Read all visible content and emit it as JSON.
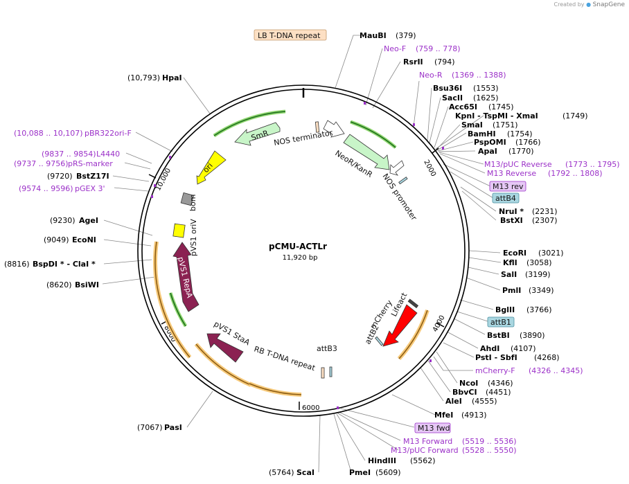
{
  "credit": {
    "prefix": "Created by",
    "brand": "SnapGene"
  },
  "plasmid": {
    "name": "pCMU-ACTLr",
    "size": "11,920 bp"
  },
  "sites": [
    {
      "name": "MauBI",
      "pos": "(379)",
      "side": "right"
    },
    {
      "name": "RsrII",
      "pos": "(794)",
      "side": "right"
    },
    {
      "name": "Bsu36I",
      "pos": "(1553)",
      "side": "right"
    },
    {
      "name": "SacII",
      "pos": "(1625)",
      "side": "right"
    },
    {
      "name": "Acc65I",
      "pos": "(1745)",
      "side": "right"
    },
    {
      "name": "KpnI  -  TspMI   -  XmaI",
      "pos": "(1749)",
      "side": "right"
    },
    {
      "name": "SmaI",
      "pos": "(1751)",
      "side": "right"
    },
    {
      "name": "BamHI",
      "pos": "(1754)",
      "side": "right"
    },
    {
      "name": "PspOMI",
      "pos": "(1766)",
      "side": "right"
    },
    {
      "name": "ApaI",
      "pos": "(1770)",
      "side": "right"
    },
    {
      "name": "NruI *",
      "pos": "(2231)",
      "side": "right"
    },
    {
      "name": "BstXI",
      "pos": "(2307)",
      "side": "right"
    },
    {
      "name": "EcoRI",
      "pos": "(3021)",
      "side": "right"
    },
    {
      "name": "KflI",
      "pos": "(3058)",
      "side": "right"
    },
    {
      "name": "SalI",
      "pos": "(3199)",
      "side": "right"
    },
    {
      "name": "PmlI",
      "pos": "(3349)",
      "side": "right"
    },
    {
      "name": "BglII",
      "pos": "(3766)",
      "side": "right"
    },
    {
      "name": "BstBI",
      "pos": "(3890)",
      "side": "right"
    },
    {
      "name": "AhdI",
      "pos": "(4107)",
      "side": "right"
    },
    {
      "name": "PstI  -  SbfI",
      "pos": "(4268)",
      "side": "right"
    },
    {
      "name": "NcoI",
      "pos": "(4346)",
      "side": "right"
    },
    {
      "name": "BbvCI",
      "pos": "(4451)",
      "side": "right"
    },
    {
      "name": "AleI",
      "pos": "(4555)",
      "side": "right"
    },
    {
      "name": "MfeI",
      "pos": "(4913)",
      "side": "right"
    },
    {
      "name": "HindIII",
      "pos": "(5562)",
      "side": "right"
    },
    {
      "name": "PmeI",
      "pos": "(5609)",
      "side": "right"
    },
    {
      "name": "ScaI",
      "pos": "(5764)",
      "side": "left"
    },
    {
      "name": "PasI",
      "pos": "(7067)",
      "side": "left"
    },
    {
      "name": "BsiWI",
      "pos": "(8620)",
      "side": "left"
    },
    {
      "name": "BspDI *  -  ClaI *",
      "pos": "(8816)",
      "side": "left"
    },
    {
      "name": "EcoNI",
      "pos": "(9049)",
      "side": "left"
    },
    {
      "name": "AgeI",
      "pos": "(9230)",
      "side": "left"
    },
    {
      "name": "BstZ17I",
      "pos": "(9720)",
      "side": "left"
    },
    {
      "name": "HpaI",
      "pos": "(10,793)",
      "side": "left"
    }
  ],
  "primers": [
    {
      "name": "Neo-F",
      "range": "(759 .. 778)"
    },
    {
      "name": "Neo-R",
      "range": "(1369 .. 1388)"
    },
    {
      "name": "M13/pUC Reverse",
      "range": "(1773 .. 1795)"
    },
    {
      "name": "M13 Reverse",
      "range": "(1792 .. 1808)"
    },
    {
      "name": "mCherry-F",
      "range": "(4326 .. 4345)"
    },
    {
      "name": "M13 Forward",
      "range": "(5519 .. 5536)"
    },
    {
      "name": "M13/pUC Forward",
      "range": "(5528 .. 5550)"
    },
    {
      "name": "pBR322ori-F",
      "range": "(10,088 .. 10,107)"
    },
    {
      "name": "L4440",
      "range": "(9837 .. 9854)"
    },
    {
      "name": "pRS-marker",
      "range": "(9737 .. 9756)"
    },
    {
      "name": "pGEX 3'",
      "range": "(9574 .. 9596)"
    }
  ],
  "boxes": [
    {
      "name": "LB T-DNA repeat",
      "color": "#fde0c4"
    },
    {
      "name": "M13 rev",
      "color": "#e6c8f5"
    },
    {
      "name": "attB4",
      "color": "#a9d6e0"
    },
    {
      "name": "attB1",
      "color": "#a9d6e0"
    },
    {
      "name": "M13 fwd",
      "color": "#e6c8f5"
    }
  ],
  "features": [
    {
      "name": "SmR",
      "color": "#c8f5c8"
    },
    {
      "name": "ori",
      "color": "#ffff00"
    },
    {
      "name": "bom",
      "color": "#999999"
    },
    {
      "name": "pVS1 oriV",
      "color": "#ffff00"
    },
    {
      "name": "pVS1 RepA",
      "color": "#8b2252"
    },
    {
      "name": "pVS1 StaA",
      "color": "#8b2252"
    },
    {
      "name": "RB T-DNA repeat",
      "color": "#fde0c4"
    },
    {
      "name": "attB3",
      "color": "#a9d6e0"
    },
    {
      "name": "attB2",
      "color": "#a9d6e0"
    },
    {
      "name": "mCherry",
      "color": "#ff0000"
    },
    {
      "name": "Lifeact",
      "color": "#444444"
    },
    {
      "name": "NOS terminator",
      "color": "#ffffff"
    },
    {
      "name": "NeoR/KanR",
      "color": "#c8f5c8"
    },
    {
      "name": "NOS promoter",
      "color": "#ffffff"
    }
  ],
  "ticks": [
    "2000",
    "4000",
    "6000",
    "8000",
    "10,000"
  ]
}
